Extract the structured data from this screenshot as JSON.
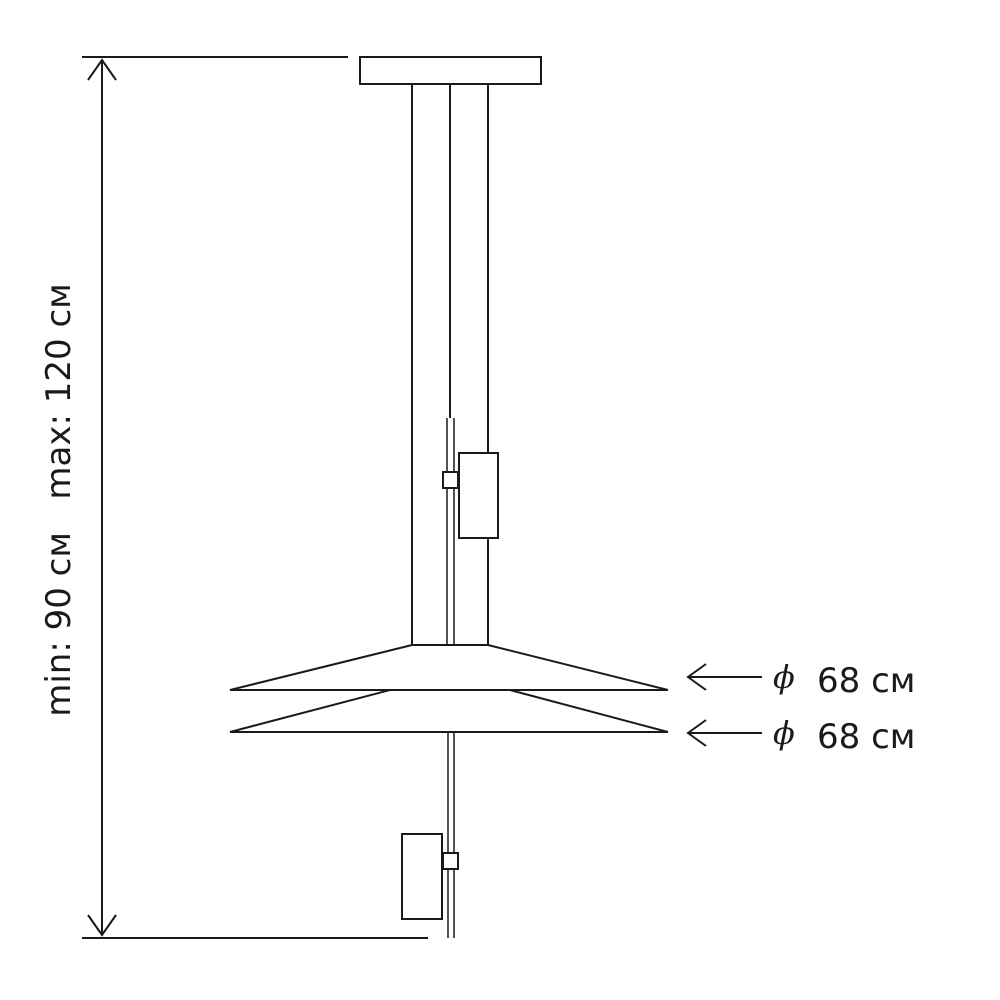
{
  "diagram": {
    "height_label": "min: 90 см   max: 120 см",
    "diameters": [
      {
        "symbol": "ϕ",
        "text": "68 см"
      },
      {
        "symbol": "ϕ",
        "text": "68 см"
      }
    ]
  }
}
